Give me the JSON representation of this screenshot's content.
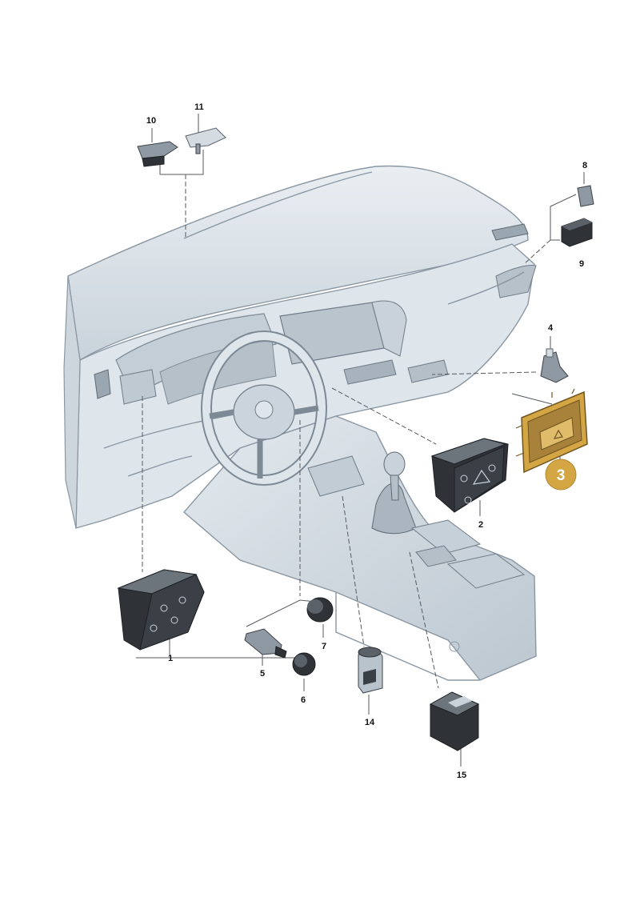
{
  "diagram": {
    "accent_color": "#d4a543",
    "part_labels": {
      "p1": "1",
      "p2": "2",
      "p3": "3",
      "p4": "4",
      "p5": "5",
      "p6": "6",
      "p7": "7",
      "p8": "8",
      "p9": "9",
      "p10": "10",
      "p11": "11",
      "p14": "14",
      "p15": "15"
    },
    "highlighted_part": "3"
  }
}
